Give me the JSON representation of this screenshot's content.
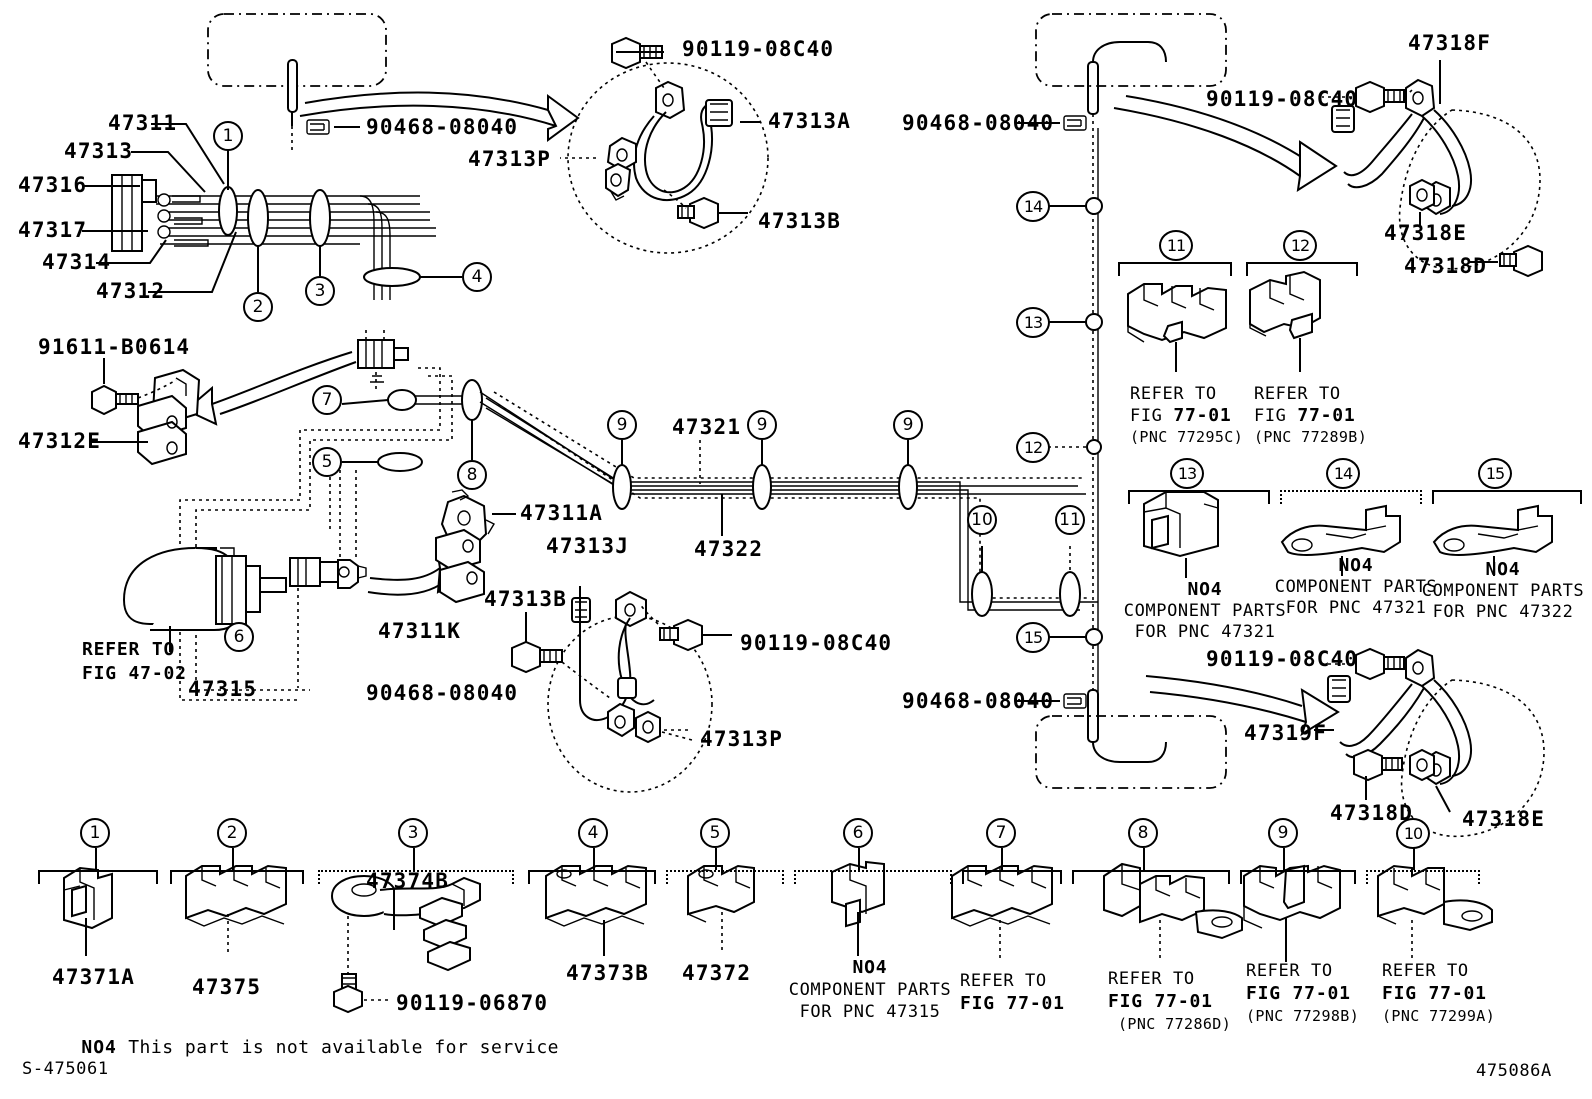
{
  "sheet": {
    "id_left": "S-475061",
    "id_right": "475086A",
    "footnote_code": "NO4",
    "footnote_text": "This part is not available for service"
  },
  "left_assembly": {
    "labels": [
      {
        "id": "47311",
        "text": "47311"
      },
      {
        "id": "47313",
        "text": "47313"
      },
      {
        "id": "47316",
        "text": "47316"
      },
      {
        "id": "47317",
        "text": "47317"
      },
      {
        "id": "47314",
        "text": "47314"
      },
      {
        "id": "47312",
        "text": "47312"
      },
      {
        "id": "91611",
        "text": "91611-B0614"
      },
      {
        "id": "47312E",
        "text": "47312E"
      },
      {
        "id": "47311A",
        "text": "47311A"
      },
      {
        "id": "47311K",
        "text": "47311K"
      },
      {
        "id": "47315",
        "text": "47315"
      },
      {
        "id": "47313J",
        "text": "47313J"
      }
    ],
    "master_cyl_ref_line1": "REFER TO",
    "master_cyl_ref_line2": "FIG 47-02"
  },
  "fasteners": {
    "clip_top": "90468-08040",
    "clip_bottom": "90468-08040",
    "clip_right_top": "90468-08040",
    "clip_right_bottom": "90468-08040",
    "bolt_a": "90119-08C40",
    "bolt_b": "90119-08C40",
    "bolt_c": "90119-08C40",
    "bolt_d": "90119-08C40",
    "bolt_legend3": "90119-06870"
  },
  "hoses": {
    "front_left": {
      "hose": "47313A",
      "bolt": "47313B",
      "union": "47313P"
    },
    "rear_left": {
      "hose": "47313J",
      "bolt": "47313B",
      "union": "47313P"
    },
    "front_right": {
      "hose": "47318F",
      "clip": "47318E",
      "bolt": "47318D"
    },
    "rear_right": {
      "hose": "47319F",
      "bolt": "47318D",
      "clip": "47318E"
    }
  },
  "tubes": {
    "upper": "47321",
    "lower": "47322"
  },
  "clamp_callouts": [
    {
      "num": "11",
      "line1": "REFER TO",
      "line2": "FIG ",
      "fig": "77-01",
      "line3": "(PNC 77295C)"
    },
    {
      "num": "12",
      "line1": "REFER TO",
      "line2": "FIG ",
      "fig": "77-01",
      "line3": "(PNC 77289B)"
    },
    {
      "num": "13",
      "code": "NO4",
      "line1": "COMPONENT PARTS",
      "line2": "FOR PNC 47321"
    },
    {
      "num": "14",
      "code": "NO4",
      "line1": "COMPONENT PARTS",
      "line2": "FOR PNC 47321"
    },
    {
      "num": "15",
      "code": "NO4",
      "line1": "COMPONENT PARTS",
      "line2": "FOR PNC 47322"
    }
  ],
  "legend": [
    {
      "num": "1",
      "part": "47371A",
      "lines": []
    },
    {
      "num": "2",
      "part": "47375",
      "lines": []
    },
    {
      "num": "3",
      "part": "47374B",
      "bolt": "90119-06870",
      "lines": []
    },
    {
      "num": "4",
      "part": "47373B",
      "lines": []
    },
    {
      "num": "5",
      "part": "47372",
      "lines": []
    },
    {
      "num": "6",
      "code": "NO4",
      "lines": [
        "COMPONENT PARTS",
        "FOR PNC 47315"
      ]
    },
    {
      "num": "7",
      "lines": [
        "REFER TO",
        "FIG 77-01"
      ],
      "fig": "77-01"
    },
    {
      "num": "8",
      "lines": [
        "REFER TO",
        "FIG 77-01",
        "(PNC 77286D)"
      ],
      "fig": "77-01"
    },
    {
      "num": "9",
      "lines": [
        "REFER TO",
        "FIG 77-01",
        "(PNC 77298B)"
      ],
      "fig": "77-01"
    },
    {
      "num": "10",
      "lines": [
        "REFER TO",
        "FIG 77-01",
        "(PNC 77299A)"
      ],
      "fig": "77-01"
    }
  ],
  "index_markers": {
    "left": [
      "1",
      "2",
      "3",
      "4",
      "5",
      "6",
      "7",
      "8"
    ],
    "center": [
      "9",
      "9",
      "9"
    ],
    "right_vertical": [
      "14",
      "13",
      "12",
      "15"
    ],
    "right_lower": [
      "10",
      "11"
    ]
  },
  "colors": {
    "ink": "#000000",
    "paper": "#ffffff"
  }
}
